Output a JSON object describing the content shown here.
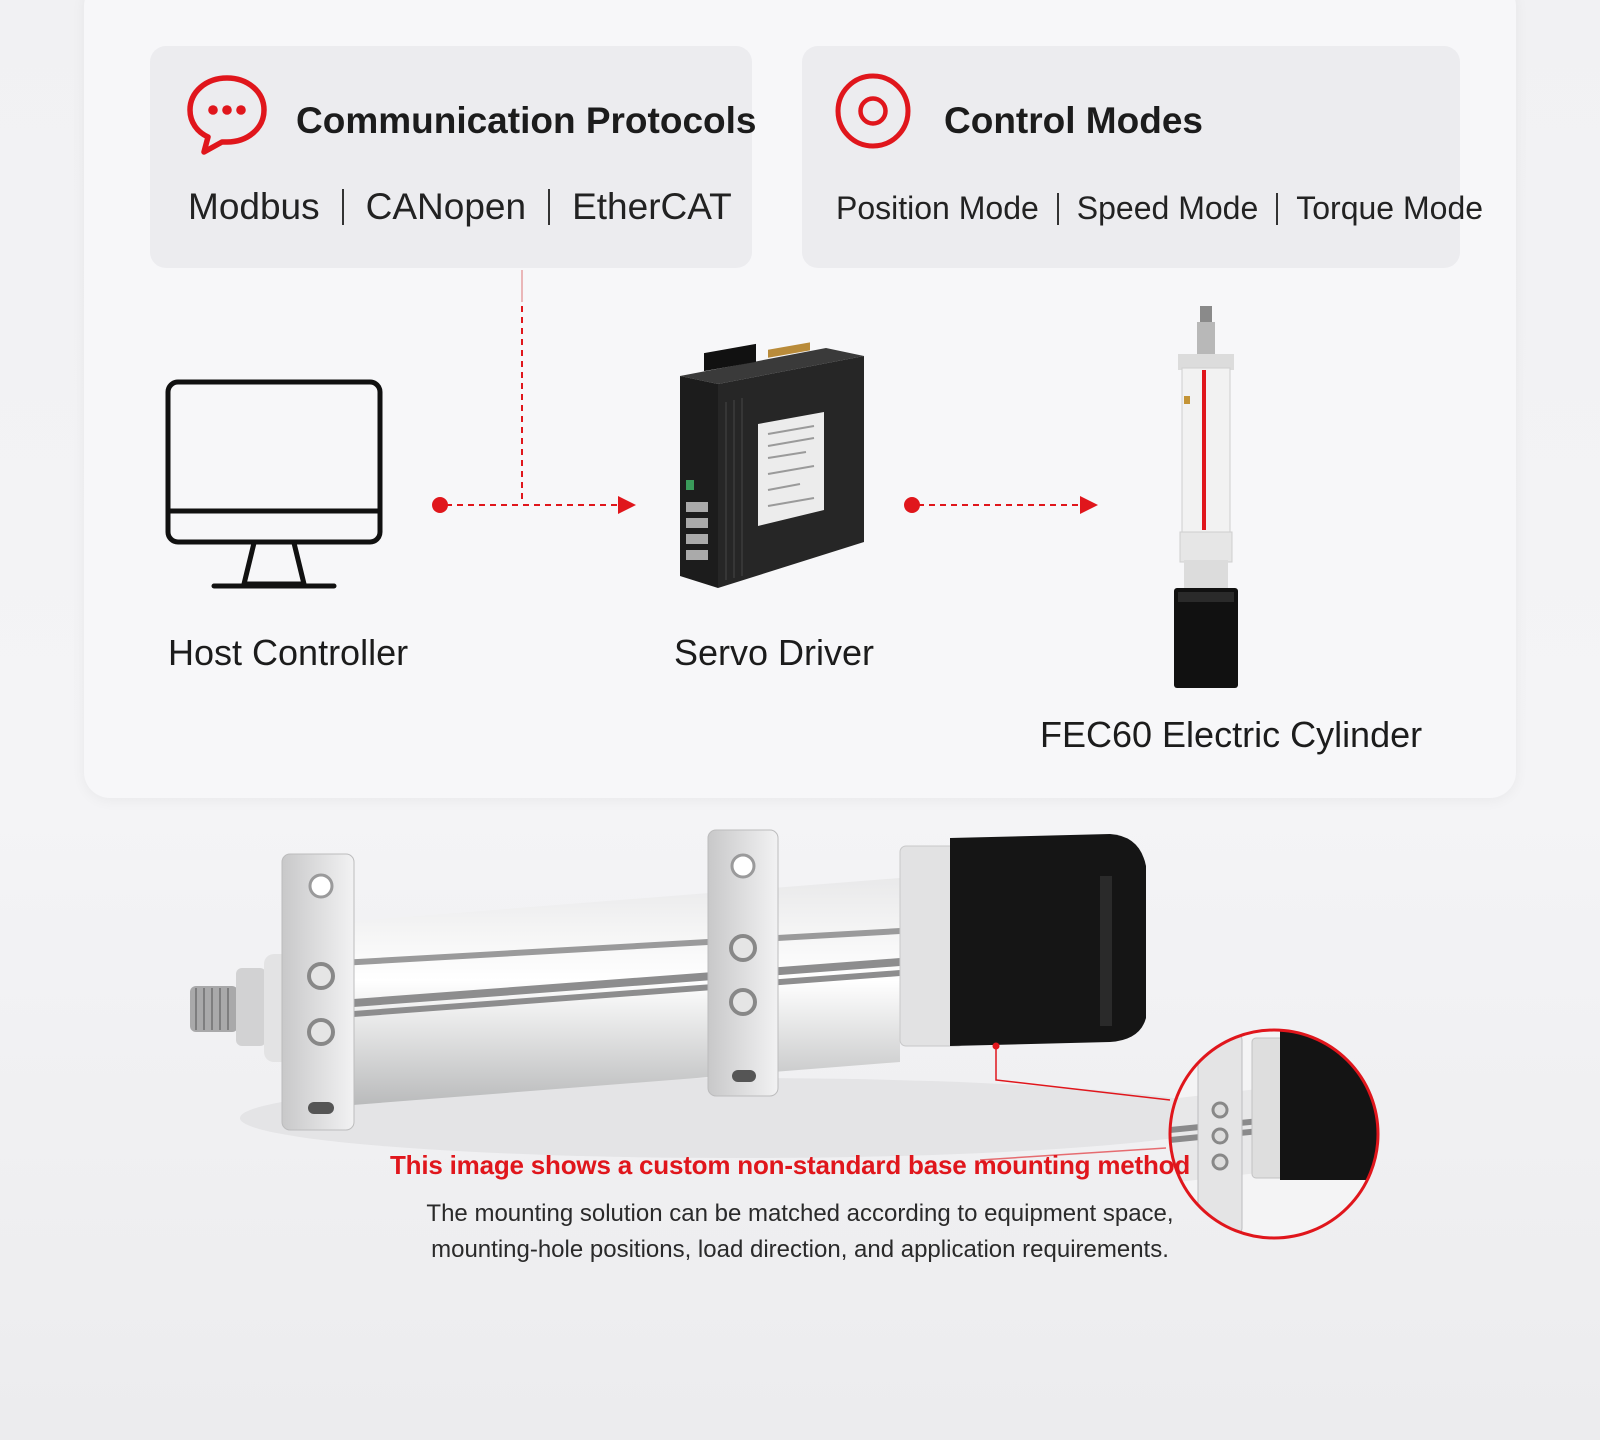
{
  "communication": {
    "title": "Communication Protocols",
    "icon": "chat-bubble-icon",
    "items": [
      "Modbus",
      "CANopen",
      "EtherCAT"
    ]
  },
  "control": {
    "title": "Control Modes",
    "icon": "target-icon",
    "items": [
      "Position Mode",
      "Speed Mode",
      "Torque Mode"
    ]
  },
  "flow": {
    "host_label": "Host Controller",
    "driver_label": "Servo Driver",
    "cylinder_label": "FEC60 Electric Cylinder"
  },
  "mounting": {
    "caption_title": "This image shows a custom non-standard base mounting method",
    "caption_line1": "The mounting solution can be matched according to equipment space,",
    "caption_line2": "mounting-hole positions, load direction, and application requirements."
  },
  "colors": {
    "accent": "#e0161c",
    "text": "#1c1c1c",
    "card": "#ececef"
  }
}
